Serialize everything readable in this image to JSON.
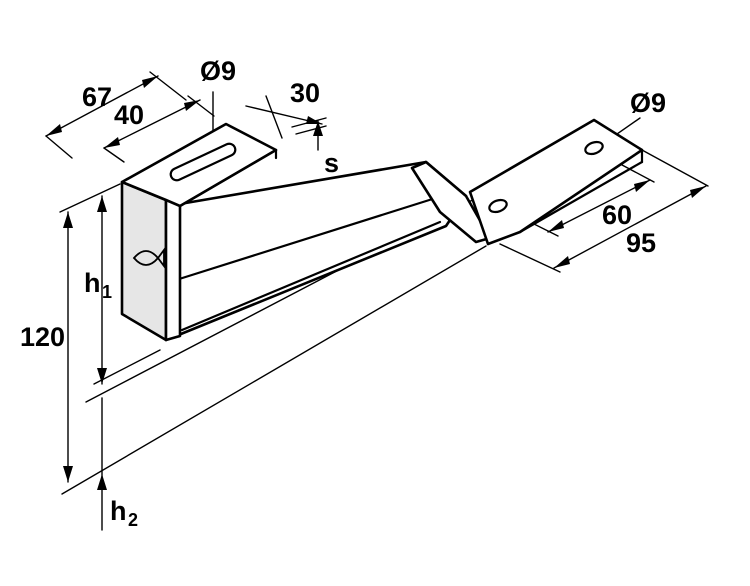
{
  "drawing": {
    "dimensions": {
      "top_length_outer": "67",
      "top_length_inner": "40",
      "top_hole": "Ø9",
      "top_thickness_offset": "30",
      "thickness_symbol": "s",
      "foot_hole": "Ø9",
      "foot_hole_spacing": "60",
      "foot_length": "95",
      "total_height": "120",
      "height_1_letter": "h",
      "height_1_sub": "1",
      "height_2_letter": "h",
      "height_2_sub": "2"
    }
  }
}
